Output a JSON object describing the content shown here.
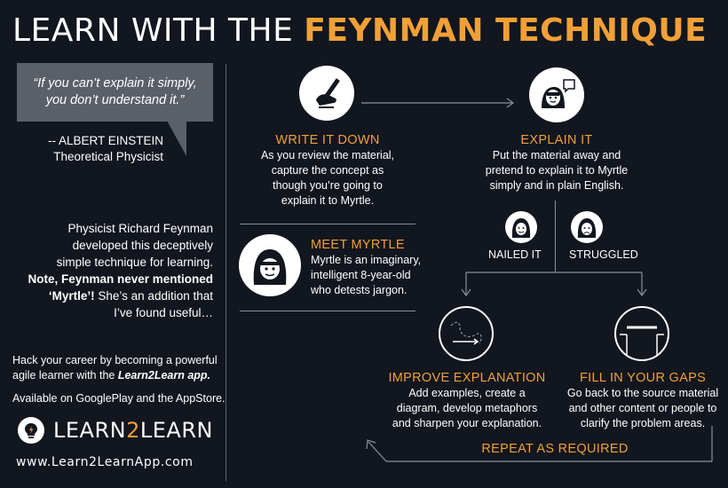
{
  "title": {
    "part1": "LEARN WITH THE ",
    "part2": "FEYNMAN TECHNIQUE"
  },
  "quote": {
    "line1": "“If you can’t explain it simply,",
    "line2": "you don’t understand it.”"
  },
  "attribution": {
    "name": "-- ALBERT EINSTEIN",
    "role": "Theoretical Physicist"
  },
  "intro": {
    "line1": "Physicist Richard Feynman",
    "line2": "developed this deceptively",
    "line3": "simple technique for learning.",
    "bold1": "Note, Feynman never mentioned",
    "bold2": "‘Myrtle’!",
    "rest2": " She’s an addition that",
    "line6": "I’ve found useful…"
  },
  "promo": {
    "hack_line1": "Hack your career by becoming a powerful",
    "hack_line2a": "agile learner with the ",
    "hack_line2b": "Learn2Learn app.",
    "available": "Available on GooglePlay and the AppStore."
  },
  "brand": {
    "learn1": "LEARN",
    "two": "2",
    "learn2": "LEARN",
    "url": "www.Learn2LearnApp.com"
  },
  "steps": {
    "write": {
      "title": "WRITE IT DOWN",
      "l1": "As you review the material,",
      "l2": "capture the concept as",
      "l3": "though you’re going to",
      "l4": "explain it to Myrtle."
    },
    "explain": {
      "title": "EXPLAIN IT",
      "l1": "Put the material away and",
      "l2": "pretend to explain it to Myrtle",
      "l3": "simply and in plain English."
    },
    "myrtle": {
      "title": "MEET MYRTLE",
      "l1": "Myrtle is an imaginary,",
      "l2": "intelligent 8-year-old",
      "l3": "who detests jargon."
    },
    "nailed": {
      "label": "NAILED IT"
    },
    "struggled": {
      "label": "STRUGGLED"
    },
    "improve": {
      "title": "IMPROVE EXPLANATION",
      "l1": "Add examples, create a",
      "l2": "diagram, develop metaphors",
      "l3": "and sharpen your explanation."
    },
    "fill": {
      "title": "FILL IN YOUR GAPS",
      "l1": "Go back to the source material",
      "l2": "and other content or people to",
      "l3": "clarify the problem areas."
    },
    "repeat": {
      "label": "REPEAT AS REQUIRED"
    }
  },
  "icons": {
    "write": "pen-hand-icon",
    "explain": "speaking-girl-icon",
    "myrtle": "girl-face-icon",
    "nailed": "happy-face-icon",
    "struggled": "sad-face-icon",
    "improve": "wave-graph-icon",
    "fill": "gap-bridge-icon",
    "brand": "lightbulb-icon"
  },
  "colors": {
    "background": "#12161f",
    "accent": "#f0a037",
    "panel": "#5a5f68"
  }
}
